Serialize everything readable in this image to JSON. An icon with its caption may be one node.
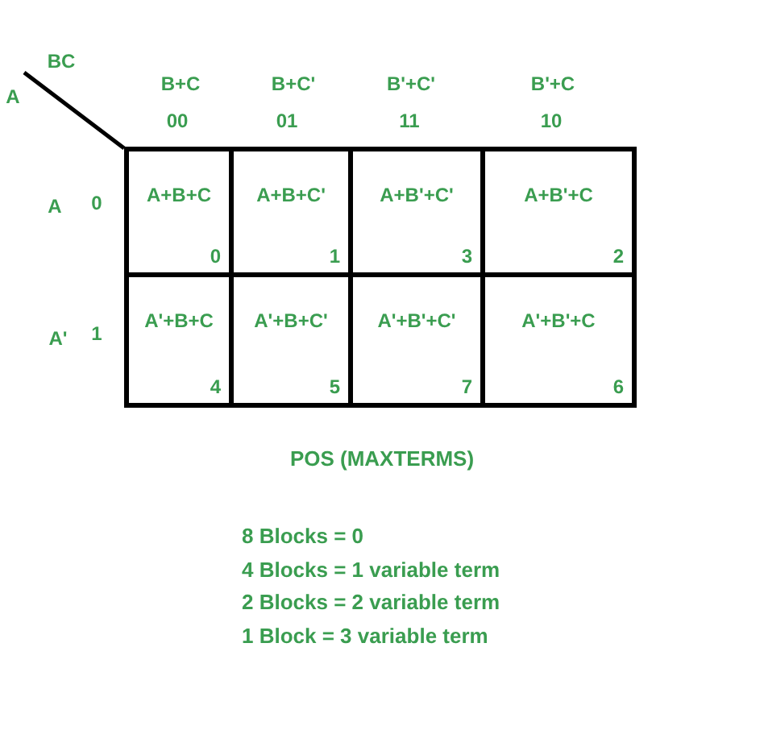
{
  "diagram": {
    "caption": "POS (MAXTERMS)",
    "nodes": [
      {
        "text": [
          "A+B+C",
          "0"
        ]
      },
      {
        "text": [
          "A+B+C'",
          "1"
        ]
      },
      {
        "text": [
          "A+B'+C'",
          "3"
        ]
      },
      {
        "text": [
          "A+B'+C",
          "2"
        ]
      },
      {
        "text": [
          "A'+B+C",
          "4"
        ]
      },
      {
        "text": [
          "A'+B+C'",
          "5"
        ]
      },
      {
        "text": [
          "A'+B'+C'",
          "7"
        ]
      },
      {
        "text": [
          "A'+B'+C",
          "6"
        ]
      }
    ],
    "labels": [
      "BC",
      "B+C",
      "B+C'",
      "B'+C'",
      "B'+C",
      "A",
      "00",
      "01",
      "11",
      "10",
      "A",
      "0",
      "A'",
      "1",
      "8 Blocks = 0",
      "4 Blocks = 1 variable term",
      "2 Blocks = 2 variable term",
      "1 Block = 3 variable term"
    ]
  }
}
